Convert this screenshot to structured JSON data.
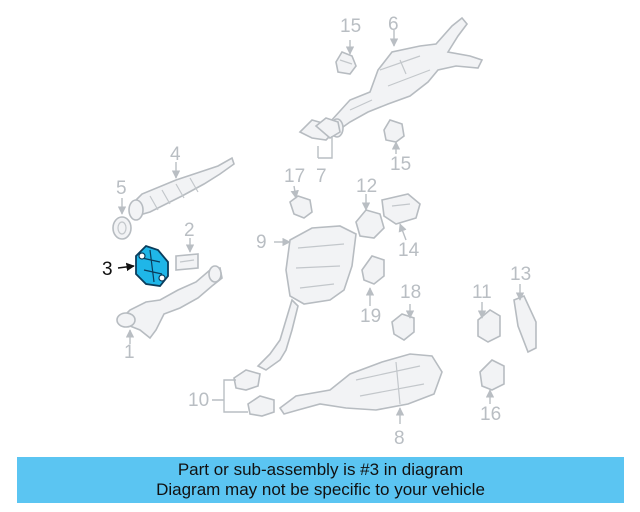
{
  "diagram": {
    "callouts": [
      "1",
      "2",
      "3",
      "4",
      "5",
      "6",
      "7",
      "8",
      "9",
      "10",
      "11",
      "12",
      "13",
      "14",
      "15",
      "15",
      "16",
      "17",
      "17",
      "18",
      "19"
    ],
    "highlighted_part": "3",
    "highlight_color": "#1fb6e8",
    "callout_color": "#b9bec3"
  },
  "banner": {
    "line1": "Part or sub-assembly is #3 in diagram",
    "line2": "Diagram may not be specific to your vehicle",
    "background": "#5bc5f2"
  }
}
